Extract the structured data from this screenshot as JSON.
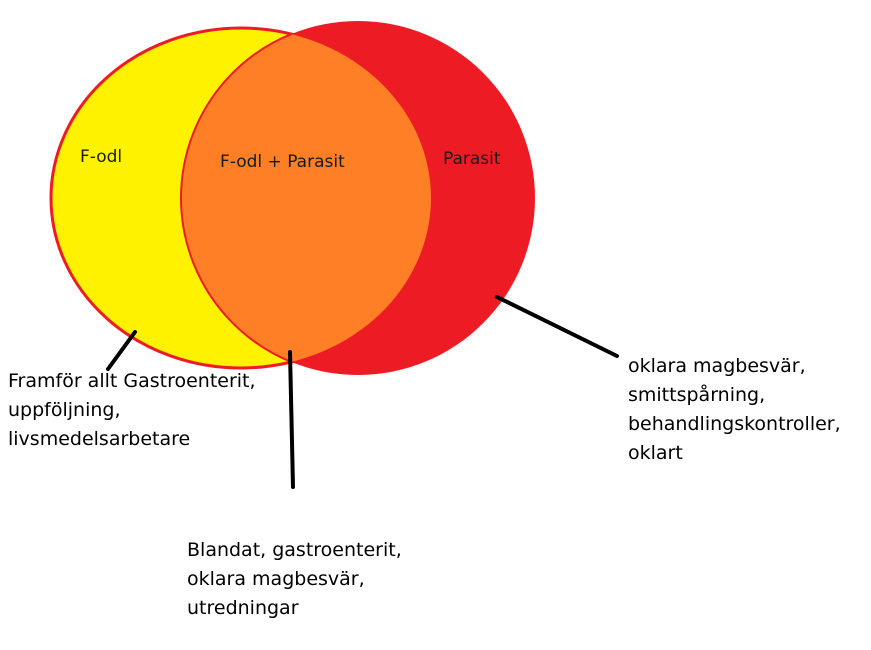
{
  "colors": {
    "fodl_fill": "#fff200",
    "parasit_fill": "#ed1c24",
    "overlap_fill": "#ff7f27",
    "outline": "#ed1c24",
    "connector": "#000000"
  },
  "regions": {
    "fodl_label": "F-odl",
    "overlap_label": "F-odl + Parasit",
    "parasit_label": "Parasit"
  },
  "annotations": {
    "fodl": {
      "lines": [
        "Framför allt Gastroenterit,",
        "uppföljning,",
        "livsmedelsarbetare"
      ]
    },
    "overlap": {
      "lines": [
        "Blandat, gastroenterit,",
        "oklara magbesvär,",
        "utredningar"
      ]
    },
    "parasit": {
      "lines": [
        "oklara magbesvär,",
        "smittspårning,",
        "behandlingskontroller,",
        "oklart"
      ]
    }
  }
}
